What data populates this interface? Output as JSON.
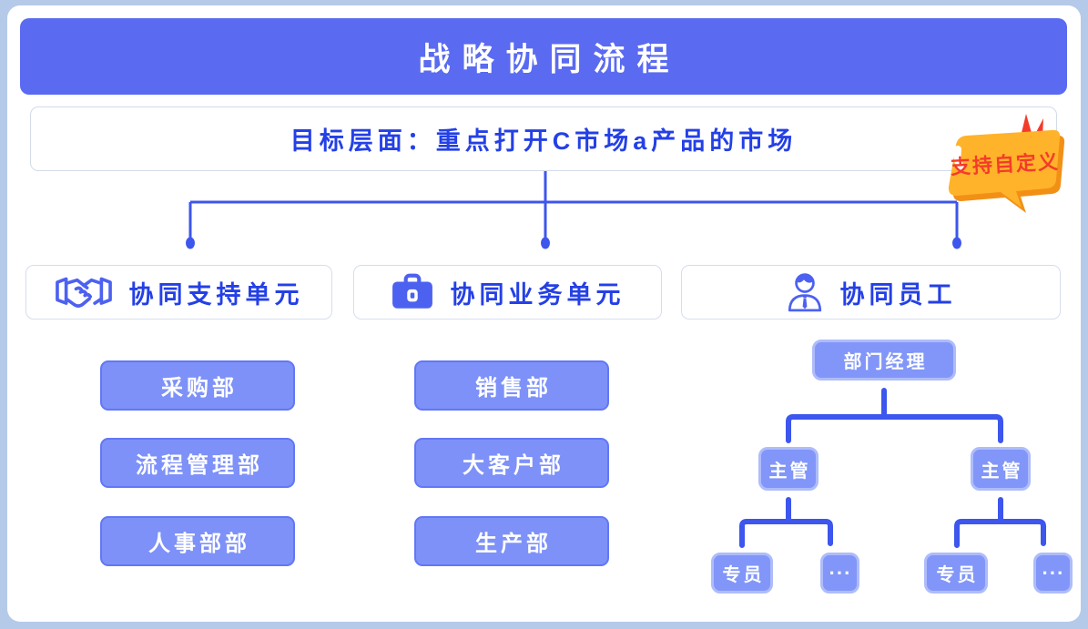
{
  "header": {
    "title": "战略协同流程",
    "goal": "目标层面：重点打开C市场a产品的市场",
    "badge_label": "支持自定义"
  },
  "branches": [
    {
      "label": "协同支持单元",
      "icon": "handshake-icon",
      "departments": [
        "采购部",
        "流程管理部",
        "人事部部"
      ]
    },
    {
      "label": "协同业务单元",
      "icon": "briefcase-icon",
      "departments": [
        "销售部",
        "大客户部",
        "生产部"
      ]
    },
    {
      "label": "协同员工",
      "icon": "employee-icon",
      "org_tree": {
        "root": "部门经理",
        "supervisors": [
          {
            "label": "主管",
            "members": [
              "专员",
              "···"
            ]
          },
          {
            "label": "主管",
            "members": [
              "专员",
              "···"
            ]
          }
        ]
      }
    }
  ],
  "colors": {
    "banner_blue": "#5a6af1",
    "text_blue": "#2440e6",
    "connector_blue": "#3d56ed",
    "dept_fill": "#7d91f8",
    "dept_border": "#6277f6",
    "tree_fill": "#8196f8",
    "tree_border": "#aebcfb",
    "badge_yellow": "#ffb32a",
    "badge_orange": "#f29016",
    "badge_red": "#f43b2a"
  }
}
